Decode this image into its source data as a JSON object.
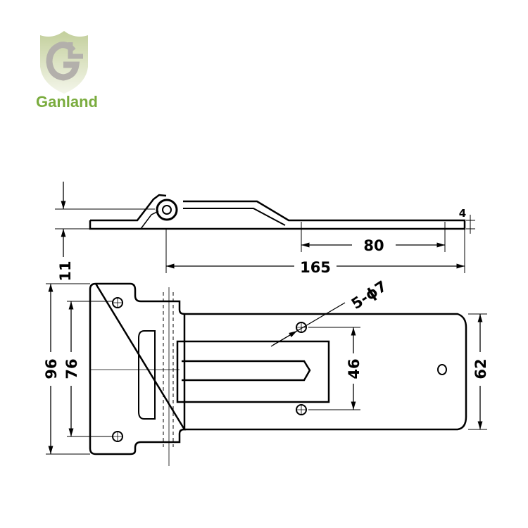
{
  "logo": {
    "brand_name": "Ganland",
    "monogram": "G",
    "brand_color": "#7aac3e"
  },
  "drawing": {
    "side_view": {
      "dim_height": "11",
      "dim_thickness": "4",
      "dim_slot_length": "80",
      "dim_overall_length": "165"
    },
    "top_view": {
      "dim_left_height": "96",
      "dim_left_hole_spacing": "76",
      "dim_right_hole_spacing": "46",
      "dim_right_height": "62",
      "hole_callout": "5-ϕ7"
    }
  }
}
